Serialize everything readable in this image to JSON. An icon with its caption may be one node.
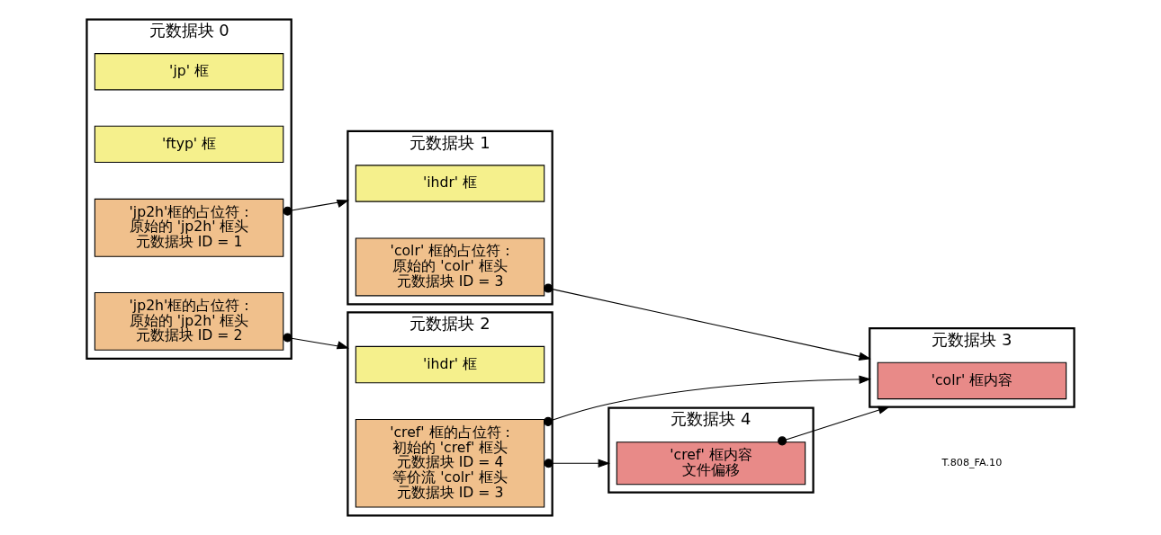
{
  "diagram": {
    "nodes": [
      {
        "text": [
          "元数据块 0"
        ]
      },
      {
        "text": [
          "'jp' 框"
        ],
        "in": 0
      },
      {
        "text": [
          "'ftyp' 框"
        ],
        "in": 0
      },
      {
        "text": [
          "'jp2h'框的占位符 :",
          "原始的 'jp2h' 框头",
          "元数据块 ID = 1"
        ],
        "in": 0
      },
      {
        "text": [
          "'jp2h'框的占位符 :",
          "原始的 'jp2h' 框头",
          "元数据块 ID = 2"
        ],
        "in": 0
      },
      {
        "text": [
          "元数据块 1"
        ]
      },
      {
        "text": [
          "'ihdr' 框"
        ],
        "in": 5
      },
      {
        "text": [
          "'colr' 框的占位符 :",
          "原始的 'colr' 框头",
          "元数据块 ID = 3"
        ],
        "in": 5
      },
      {
        "text": [
          "元数据块 2"
        ]
      },
      {
        "text": [
          "'ihdr' 框"
        ],
        "in": 8
      },
      {
        "text": [
          "'cref' 框的占位符 :",
          "初始的 'cref' 框头",
          "元数据块 ID = 4",
          "等价流 'colr' 框头",
          "元数据块 ID = 3"
        ],
        "in": 8
      },
      {
        "text": [
          "元数据块 3"
        ]
      },
      {
        "text": [
          "'colr' 框内容"
        ],
        "in": 11
      },
      {
        "text": [
          "元数据块 4"
        ]
      },
      {
        "text": [
          "'cref' 框内容",
          "文件偏移"
        ],
        "in": 13
      }
    ],
    "edges": [
      {
        "from": 3,
        "to": 5,
        "arrow": "to"
      },
      {
        "from": 4,
        "to": 8,
        "arrow": "to"
      },
      {
        "from": 7,
        "to": 11,
        "arrow": "to"
      },
      {
        "from": 10,
        "to": 13,
        "arrow": "to"
      },
      {
        "from": 10,
        "to": 11,
        "arrow": "to"
      },
      {
        "from": 14,
        "to": 11,
        "arrow": "to"
      }
    ],
    "labels": [
      "T.808_FA.10"
    ]
  }
}
